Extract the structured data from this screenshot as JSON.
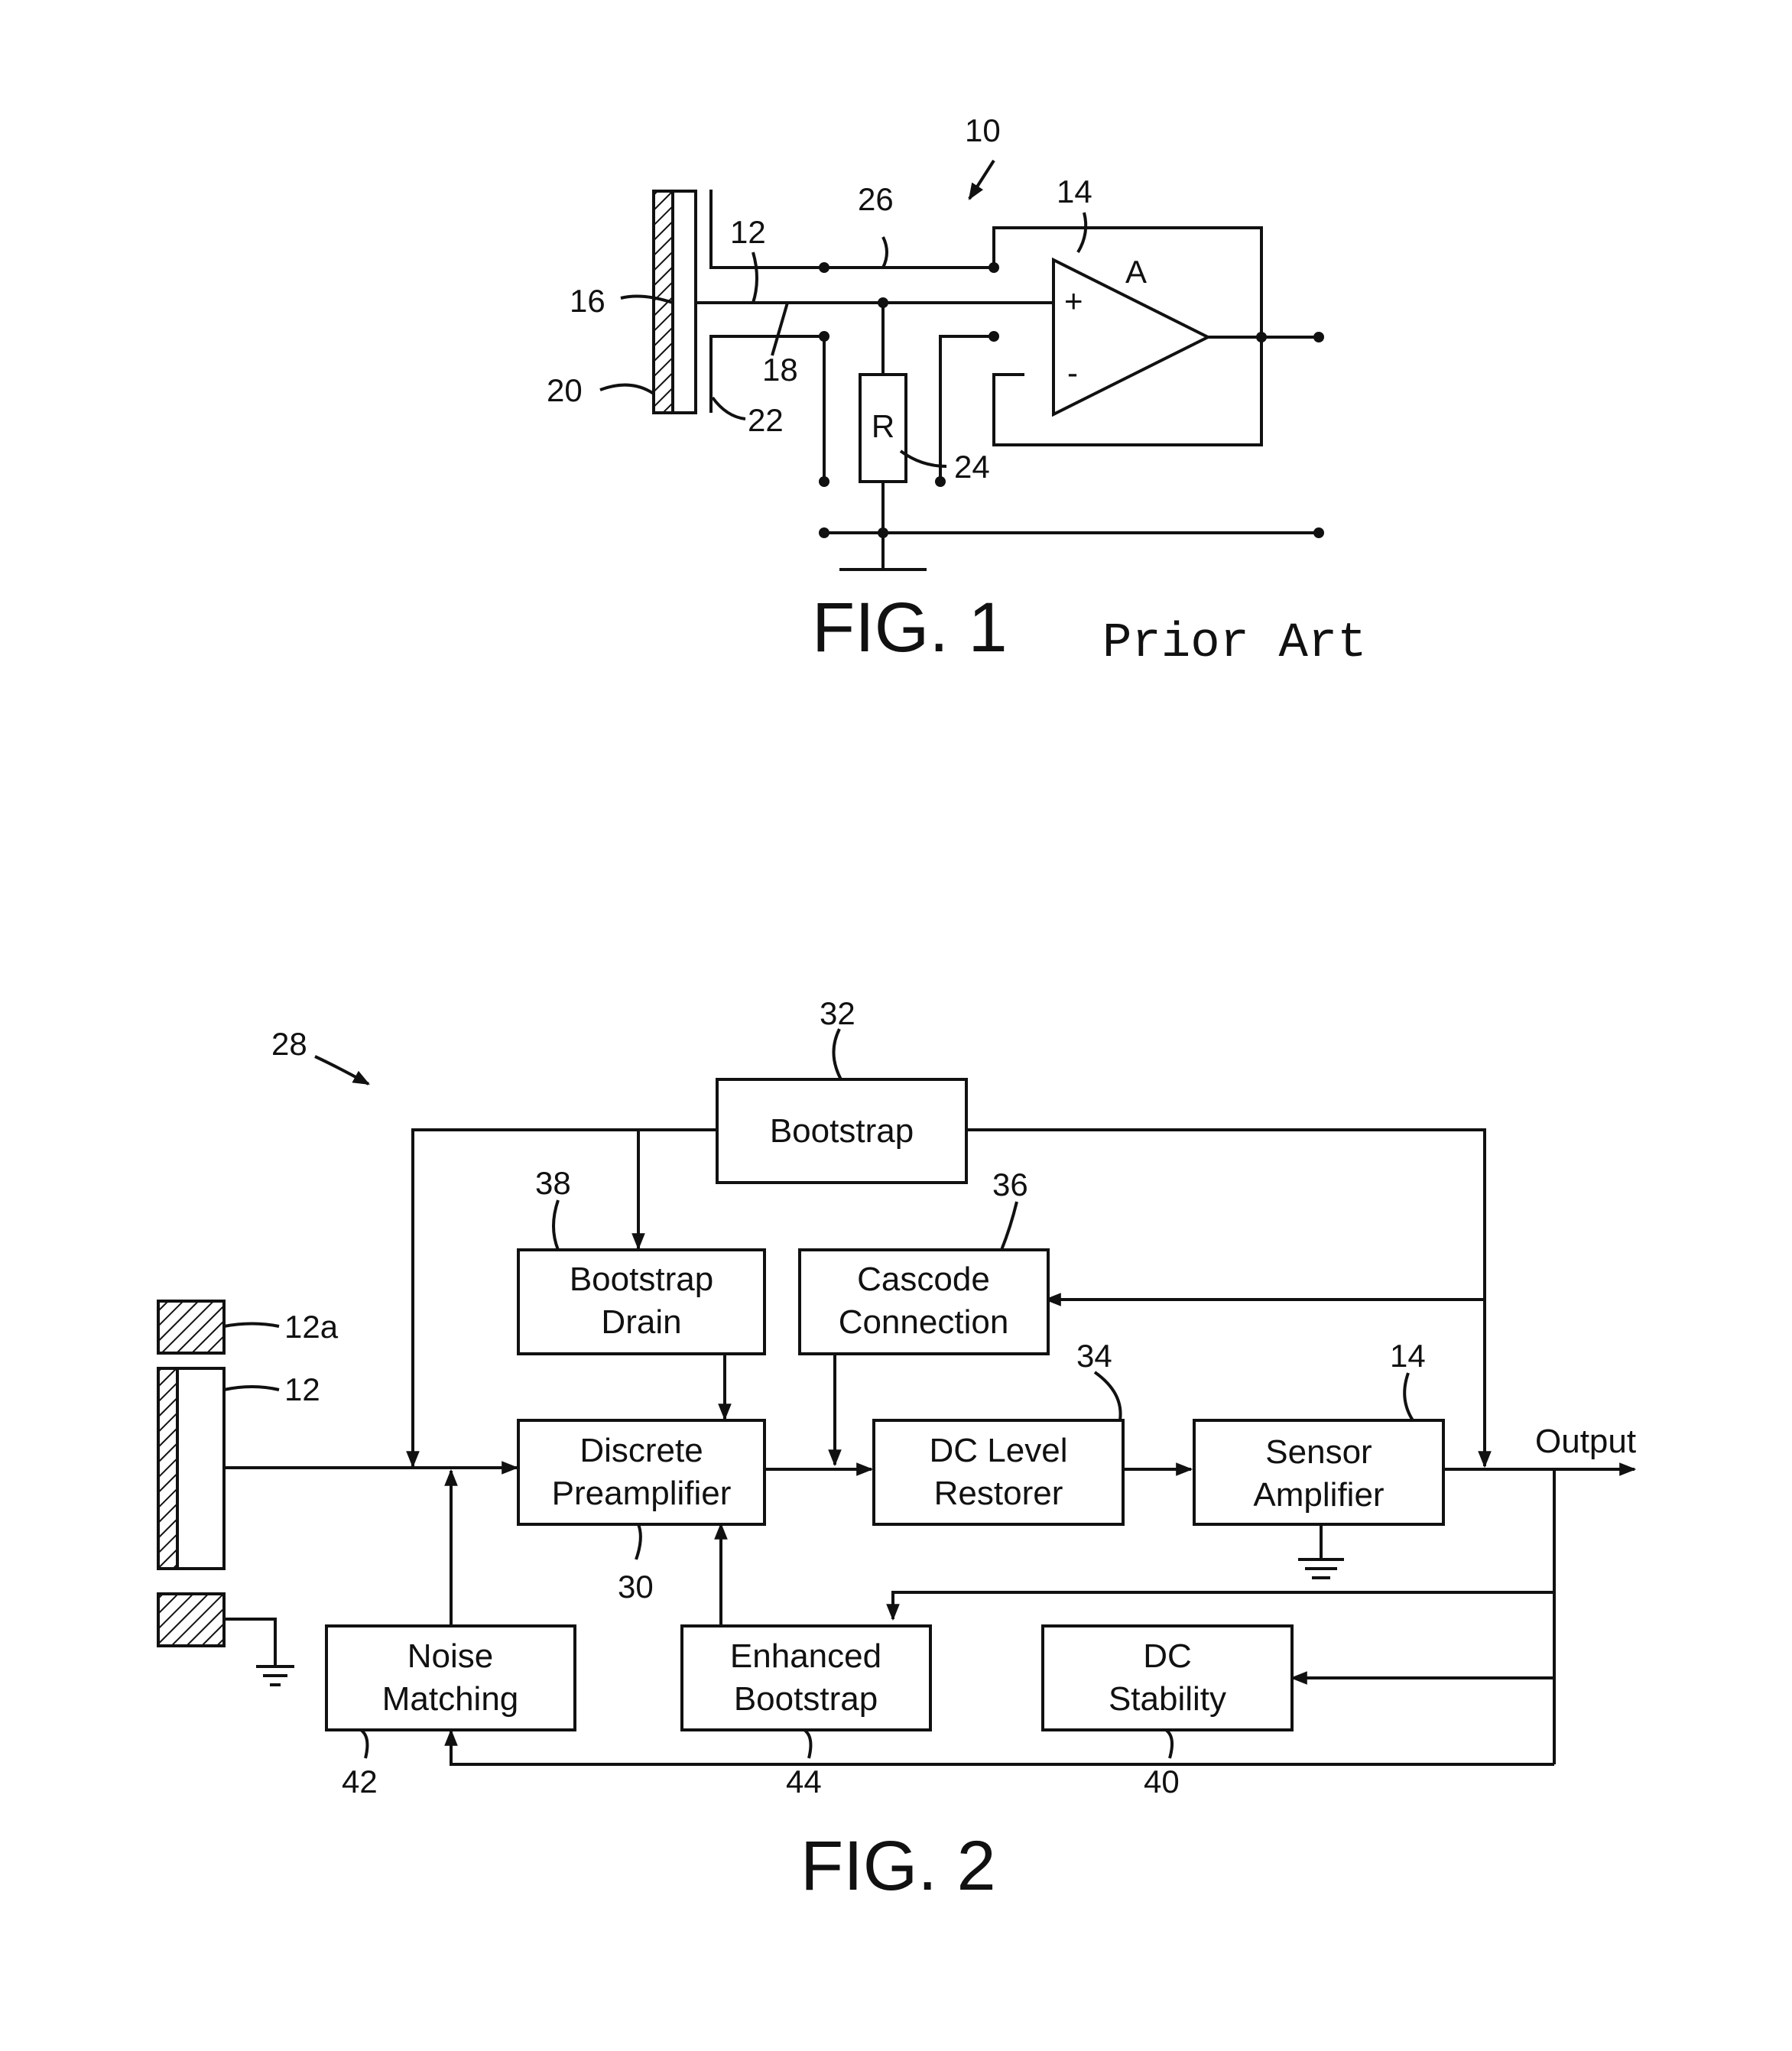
{
  "fig1": {
    "title": "FIG. 1",
    "subtitle": "Prior Art",
    "refs": {
      "r10": "10",
      "r12": "12",
      "r14": "14",
      "r16": "16",
      "r18": "18",
      "r20": "20",
      "r22": "22",
      "r24": "24",
      "r26": "26"
    },
    "amp_label": "A",
    "plus": "+",
    "minus": "-",
    "resistor_label": "R"
  },
  "fig2": {
    "title": "FIG. 2",
    "output_label": "Output",
    "refs": {
      "r28": "28",
      "r32": "32",
      "r38": "38",
      "r36": "36",
      "r34": "34",
      "r14": "14",
      "r12a": "12a",
      "r12": "12",
      "r30": "30",
      "r42": "42",
      "r44": "44",
      "r40": "40"
    },
    "blocks": {
      "bootstrap": [
        "Bootstrap"
      ],
      "bootstrap_drain": [
        "Bootstrap",
        "Drain"
      ],
      "cascode": [
        "Cascode",
        "Connection"
      ],
      "preamp": [
        "Discrete",
        "Preamplifier"
      ],
      "dc_level": [
        "DC Level",
        "Restorer"
      ],
      "sensor_amp": [
        "Sensor",
        "Amplifier"
      ],
      "noise": [
        "Noise",
        "Matching"
      ],
      "enhanced": [
        "Enhanced",
        "Bootstrap"
      ],
      "dc_stability": [
        "DC",
        "Stability"
      ]
    }
  }
}
